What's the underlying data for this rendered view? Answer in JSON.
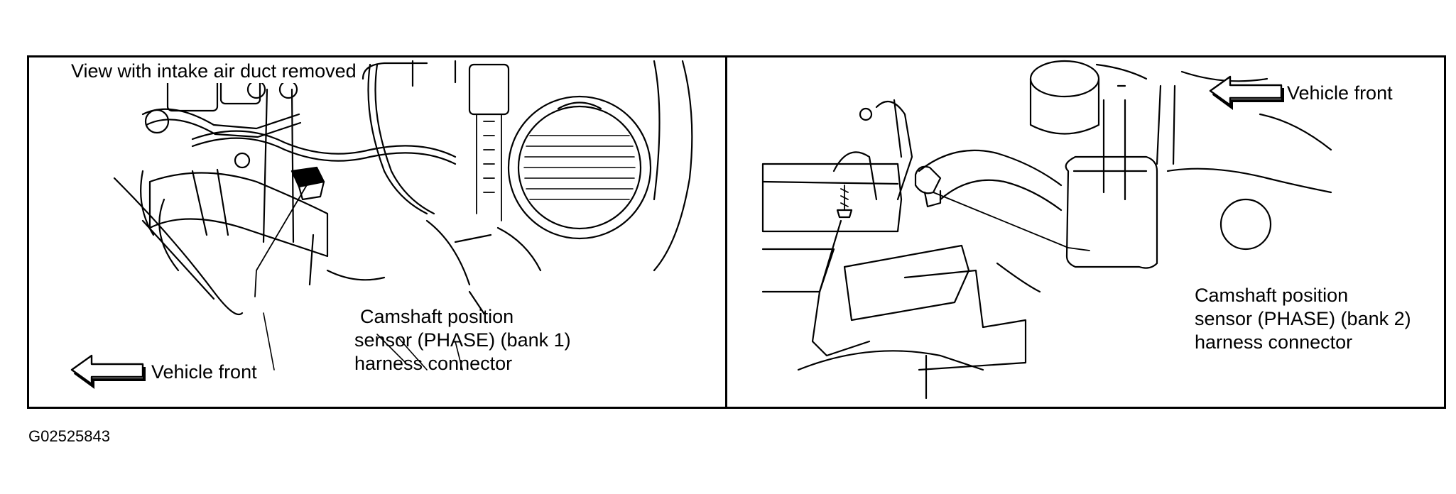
{
  "figure_id": "G02525843",
  "left_panel": {
    "view_note": "View with intake air duct removed",
    "callout_lines": [
      "Camshaft position",
      "sensor (PHASE) (bank 1)",
      "harness connector"
    ],
    "direction_label": "Vehicle front"
  },
  "right_panel": {
    "direction_label": "Vehicle front",
    "callout_lines": [
      "Camshaft position",
      "sensor (PHASE) (bank 2)",
      "harness connector"
    ]
  },
  "colors": {
    "ink": "#000000",
    "background": "#ffffff"
  },
  "icons": [
    "arrow-left-icon",
    "arrow-left-icon"
  ]
}
